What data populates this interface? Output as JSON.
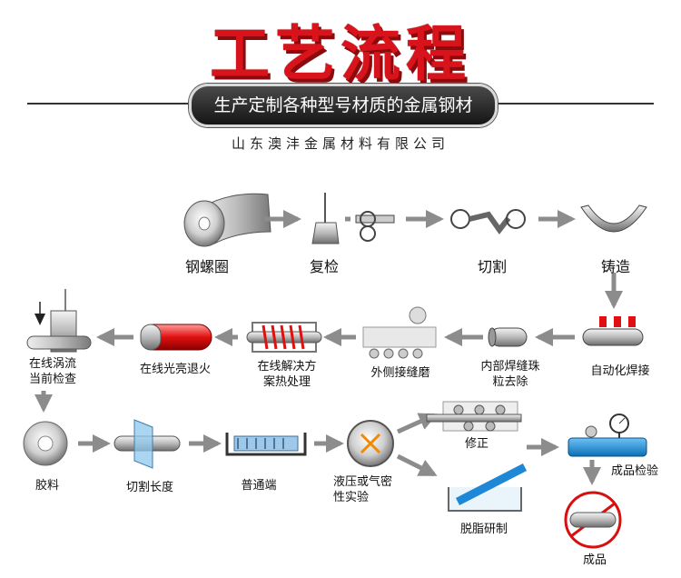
{
  "title": "工艺流程",
  "subtitle": "生产定制各种型号材质的金属钢材",
  "company": "山东澳沣金属材料有限公司",
  "steps": {
    "coil": "钢螺圈",
    "inspect": "复检",
    "cut1": "切割",
    "forming": "铸造",
    "auto_weld": "自动化焊接",
    "inner_bead": "内部焊缝珠\n粒去除",
    "outer_grind": "外侧接缝磨",
    "heat_treat": "在线解决方\n案热处理",
    "bright_anneal": "在线光亮退火",
    "eddy_check": "在线涡流\n当前检查",
    "glue": "胶料",
    "cut_length": "切割长度",
    "ends": "普通端",
    "pressure_test": "液压或气密\n性实验",
    "straighten": "修正",
    "degrease": "脱脂研制",
    "final_inspect": "成品检验",
    "product": "成品"
  }
}
